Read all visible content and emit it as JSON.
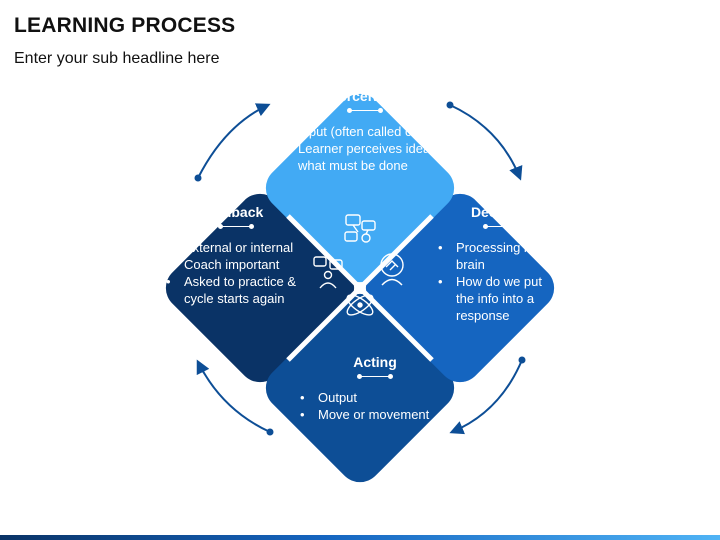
{
  "header": {
    "title": "LEARNING PROCESS",
    "subtitle": "Enter your sub headline here"
  },
  "colors": {
    "perceiving": "#42aaf4",
    "deciding": "#1565c0",
    "acting": "#0d4e96",
    "feedback": "#0a3366",
    "arrow": "#0d4e96"
  },
  "panels": {
    "perceiving": {
      "label": "Perceiving",
      "bullets": [
        "Input (often called cues)",
        "Learner perceives idea of what must be done"
      ]
    },
    "deciding": {
      "label": "Deciding",
      "bullets": [
        "Processing in the brain",
        "How do we put the info into a response"
      ]
    },
    "acting": {
      "label": "Acting",
      "bullets": [
        "Output",
        "Move or movement"
      ]
    },
    "feedback": {
      "label": "Feedback",
      "bullets": [
        "External or internal",
        "Coach important",
        "Asked to practice & cycle starts again"
      ]
    }
  },
  "icons": {
    "top": "chat-network-icon",
    "right": "decision-person-icon",
    "bottom": "atom-icon",
    "left": "feedback-people-icon"
  }
}
